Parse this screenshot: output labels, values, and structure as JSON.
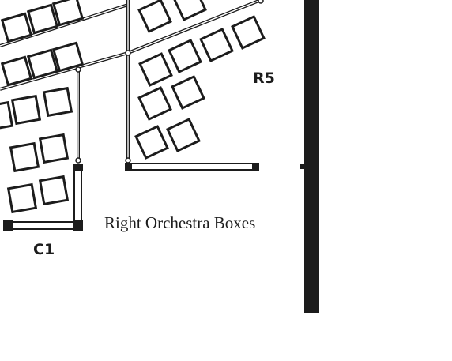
{
  "diagram": {
    "section_labels": {
      "r5": "R5",
      "c1": "C1"
    },
    "area_title": "Right Orchestra Boxes"
  }
}
